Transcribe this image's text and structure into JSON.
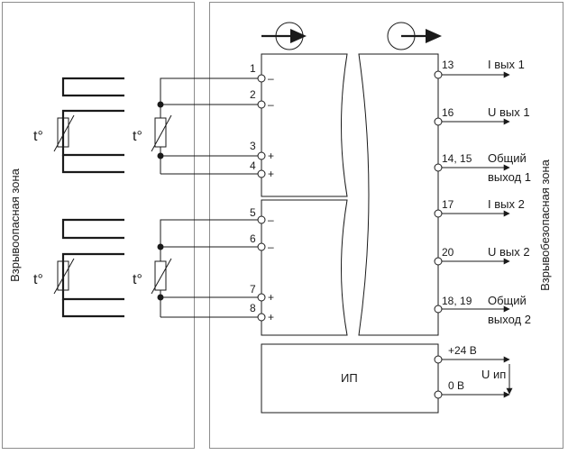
{
  "zones": {
    "hazardous": "Взрывоопасная зона",
    "safe": "Взрывобезопасная зона"
  },
  "sensor_label": "t°",
  "input_terminals": [
    "1",
    "2",
    "3",
    "4",
    "5",
    "6",
    "7",
    "8"
  ],
  "input_signs": [
    "–",
    "–",
    "+",
    "+",
    "–",
    "–",
    "+",
    "+"
  ],
  "outputs": {
    "o13": "13",
    "o13_label": "I вых 1",
    "o16": "16",
    "o16_label": "U вых 1",
    "o14_15": "14, 15",
    "o14_15_label_1": "Общий",
    "o14_15_label_2": "выход 1",
    "o17": "17",
    "o17_label": "I вых 2",
    "o20": "20",
    "o20_label": "U вых 2",
    "o18_19": "18, 19",
    "o18_19_label_1": "Общий",
    "o18_19_label_2": "выход 2"
  },
  "power_supply": {
    "label": "ИП",
    "plus": "+24 В",
    "zero": "0 В",
    "u_label": "U ип"
  }
}
